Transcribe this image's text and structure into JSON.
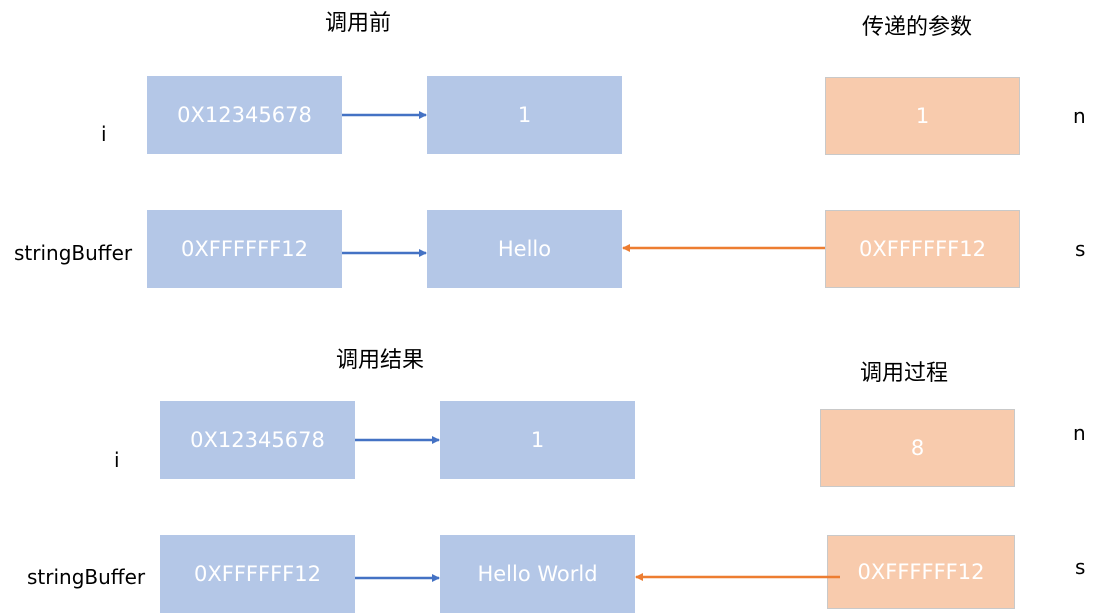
{
  "colors": {
    "box_blue": "#b4c7e7",
    "box_orange": "#f8cbad",
    "arrow_blue": "#4472c4",
    "arrow_orange": "#ed7d31"
  },
  "top": {
    "title": "调用前",
    "params_title": "传递的参数",
    "row1": {
      "label": "i",
      "address": "0X12345678",
      "value": "1"
    },
    "row2": {
      "label": "stringBuffer",
      "address": "0XFFFFFF12",
      "value": "Hello"
    },
    "param1": {
      "name": "n",
      "value": "1"
    },
    "param2": {
      "name": "s",
      "value": "0XFFFFFF12"
    }
  },
  "bottom": {
    "title": "调用结果",
    "params_title": "调用过程",
    "row1": {
      "label": "i",
      "address": "0X12345678",
      "value": "1"
    },
    "row2": {
      "label": "stringBuffer",
      "address": "0XFFFFFF12",
      "value": "Hello World"
    },
    "param1": {
      "name": "n",
      "value": "8"
    },
    "param2": {
      "name": "s",
      "value": "0XFFFFFF12"
    }
  }
}
